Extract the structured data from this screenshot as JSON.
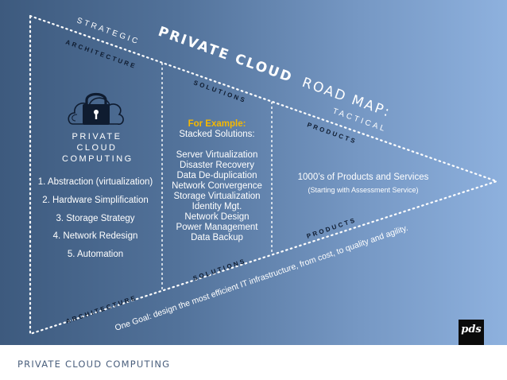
{
  "title": {
    "bold": "PRIVATE CLOUD",
    "light": "ROAD MAP:"
  },
  "labels": {
    "strategic": "STRATEGIC",
    "architecture_top": "ARCHITECTURE",
    "architecture_bottom": "ARCHITECTURE",
    "solutions_top": "SOLUTIONS",
    "solutions_bottom": "SOLUTIONS",
    "tactical": "TACTICAL",
    "products_top": "PRODUCTS",
    "products_bottom": "PRODUCTS"
  },
  "architecture": {
    "icon": "cloud-lock-icon",
    "heading": [
      "PRIVATE",
      "CLOUD",
      "COMPUTING"
    ],
    "items": [
      "1. Abstraction (virtualization)",
      "2. Hardware Simplification",
      "3. Storage Strategy",
      "4. Network Redesign",
      "5. Automation"
    ]
  },
  "solutions": {
    "example_label": "For Example:",
    "subtitle": "Stacked Solutions:",
    "items": [
      "Server Virtualization",
      "Disaster Recovery",
      "Data De-duplication",
      "Network Convergence",
      "Storage Virtualization",
      "Identity Mgt.",
      "Network Design",
      "Power Management",
      "Data Backup"
    ]
  },
  "products": {
    "main": "1000’s of Products and Services",
    "sub": "(Starting with Assessment Service)"
  },
  "goal": "One Goal: design the most efficient IT infrastructure, from cost, to quality and agility.",
  "logo": "pds",
  "footer": "PRIVATE CLOUD COMPUTING",
  "colors": {
    "accent": "#f5b800",
    "bg_left": "#3d5a7e",
    "bg_right": "#8eb1de",
    "label_dark": "#0f1c30"
  }
}
